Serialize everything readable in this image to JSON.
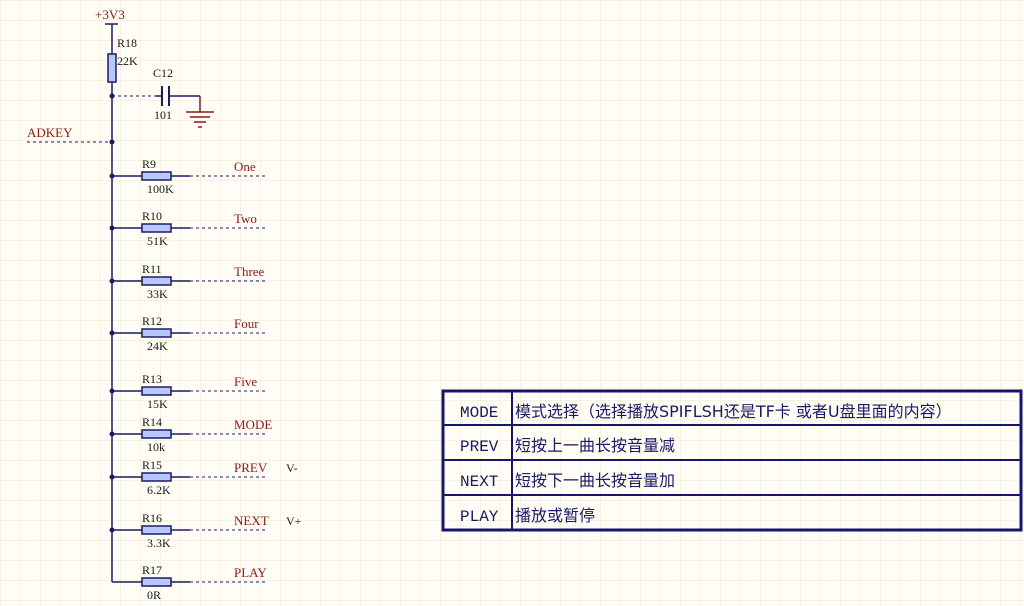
{
  "power": {
    "label": "+3V3"
  },
  "r_top": {
    "ref": "R18",
    "value": "22K"
  },
  "cap": {
    "ref": "C12",
    "value": "101"
  },
  "net_adkey": "ADKEY",
  "resistors": [
    {
      "ref": "R9",
      "value": "100K",
      "net": "One"
    },
    {
      "ref": "R10",
      "value": "51K",
      "net": "Two"
    },
    {
      "ref": "R11",
      "value": "33K",
      "net": "Three"
    },
    {
      "ref": "R12",
      "value": "24K",
      "net": "Four"
    },
    {
      "ref": "R13",
      "value": "15K",
      "net": "Five"
    },
    {
      "ref": "R14",
      "value": "10k",
      "net": "MODE"
    },
    {
      "ref": "R15",
      "value": "6.2K",
      "net": "PREV",
      "note": "V-"
    },
    {
      "ref": "R16",
      "value": "3.3K",
      "net": "NEXT",
      "note": "V+"
    },
    {
      "ref": "R17",
      "value": "0R",
      "net": "PLAY"
    }
  ],
  "table": [
    {
      "key": "MODE",
      "desc": "模式选择（选择播放SPIFLSH还是TF卡 或者U盘里面的内容）"
    },
    {
      "key": "PREV",
      "desc": "短按上一曲长按音量减"
    },
    {
      "key": "NEXT",
      "desc": "短按下一曲长按音量加"
    },
    {
      "key": "PLAY",
      "desc": "播放或暂停"
    }
  ],
  "colors": {
    "background": "#fffdf5",
    "grid": "#ede6d0",
    "wire": "#1a1a66",
    "body": "#1a1a66",
    "resistor_fill": "#b8c8ff",
    "text": "#1a1a1a",
    "net": "#8b1a1a",
    "table_border": "#16166b"
  }
}
